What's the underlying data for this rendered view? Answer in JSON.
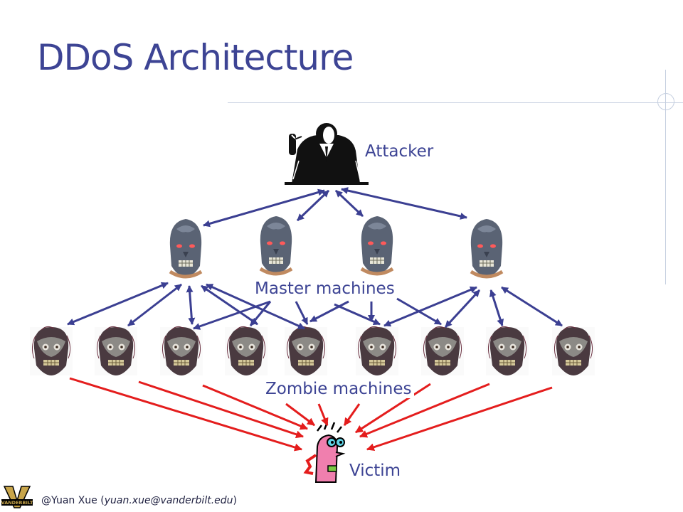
{
  "slide": {
    "title": "DDoS Architecture"
  },
  "labels": {
    "attacker": "Attacker",
    "masters": "Master machines",
    "zombies": "Zombie machines",
    "victim": "Victim"
  },
  "footer": {
    "prefix": "@Yuan Xue (",
    "email": "yuan.xue@vanderbilt.edu",
    "suffix": ")",
    "logo_text": "VANDERBILT"
  },
  "colors": {
    "title": "#3d4494",
    "control_arrow": "#3b3f92",
    "attack_arrow": "#e41d1d"
  },
  "icons": {
    "attacker": "businessman-icon",
    "master": "alien-head-icon",
    "zombie": "zombie-head-icon",
    "victim": "cartoon-victim-icon"
  }
}
